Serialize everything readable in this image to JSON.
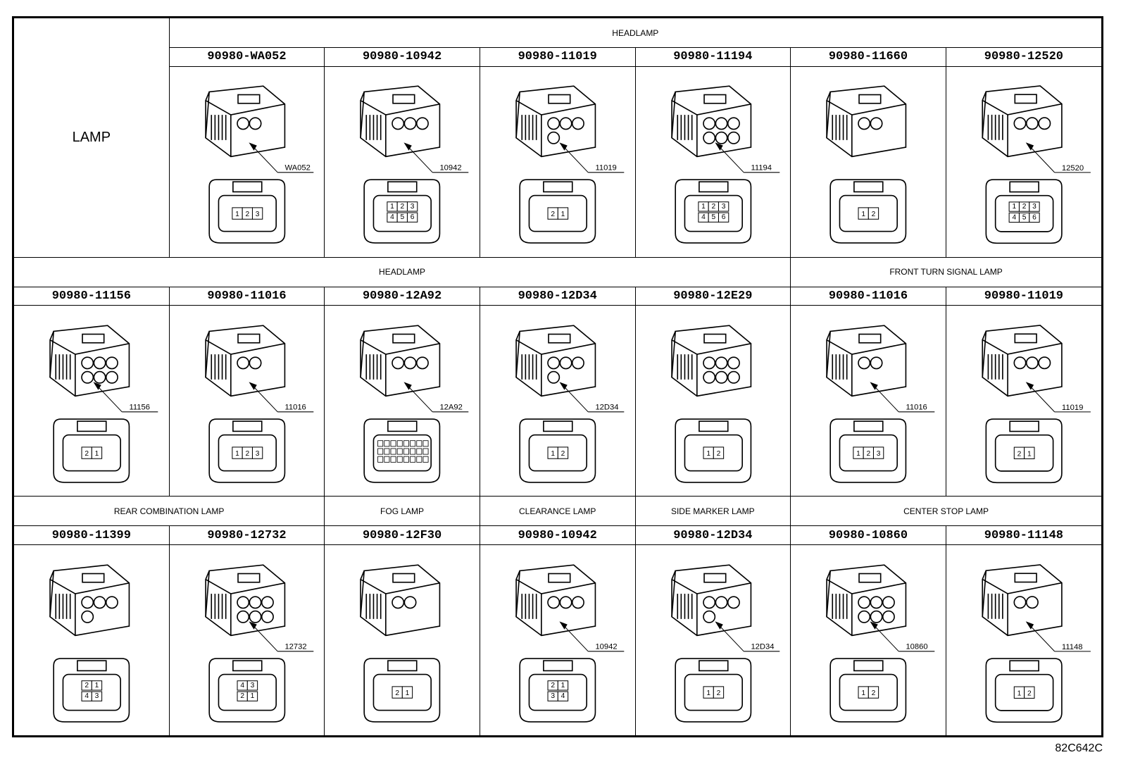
{
  "row_label": "LAMP",
  "sections": [
    {
      "id": "s1",
      "groups": [
        {
          "label": "HEADLAMP",
          "span": 6
        }
      ],
      "parts": [
        "90980-WA052",
        "90980-10942",
        "90980-11019",
        "90980-11194",
        "90980-11660",
        "90980-12520"
      ],
      "callouts": [
        "WA052",
        "10942",
        "11019",
        "11194",
        "",
        "12520"
      ],
      "pins": [
        [
          "1",
          "2",
          "3"
        ],
        [
          "1",
          "2",
          "3",
          "4",
          "5",
          "6"
        ],
        [
          "2",
          "1"
        ],
        [
          "1",
          "2",
          "3",
          "4",
          "5",
          "6"
        ],
        [
          "1",
          "2"
        ],
        [
          "1",
          "2",
          "3",
          "4",
          "5",
          "6"
        ]
      ],
      "icons": [
        "connector-3pin-icon",
        "connector-6pin-icon",
        "connector-2pin-round-icon",
        "connector-6pin-round-icon",
        "connector-2pin-clip-icon",
        "connector-6pin-sealed-icon"
      ]
    },
    {
      "id": "s2",
      "groups": [
        {
          "label": "HEADLAMP",
          "span": 5
        },
        {
          "label": "FRONT TURN SIGNAL LAMP",
          "span": 2
        }
      ],
      "parts": [
        "90980-11156",
        "90980-11016",
        "90980-12A92",
        "90980-12D34",
        "90980-12E29",
        "90980-11016",
        "90980-11019"
      ],
      "callouts": [
        "11156",
        "11016",
        "12A92",
        "12D34",
        "",
        "11016",
        "11019"
      ],
      "pins": [
        [
          "2",
          "1"
        ],
        [
          "1",
          "2",
          "3"
        ],
        [],
        [
          "1",
          "2"
        ],
        [
          "1",
          "2"
        ],
        [
          "1",
          "2",
          "3"
        ],
        [
          "2",
          "1"
        ]
      ],
      "icons": [
        "connector-2pin-round-icon",
        "connector-3pin-triangle-icon",
        "connector-multipin-icon",
        "connector-2pin-sealed-icon",
        "connector-2pin-square-icon",
        "connector-3pin-triangle-icon",
        "connector-2pin-round-icon"
      ]
    },
    {
      "id": "s3",
      "groups": [
        {
          "label": "REAR COMBINATION LAMP",
          "span": 2
        },
        {
          "label": "FOG LAMP",
          "span": 1
        },
        {
          "label": "CLEARANCE LAMP",
          "span": 1
        },
        {
          "label": "SIDE MARKER LAMP",
          "span": 1
        },
        {
          "label": "CENTER STOP LAMP",
          "span": 2
        }
      ],
      "parts": [
        "90980-11399",
        "90980-12732",
        "90980-12F30",
        "90980-10942",
        "90980-12D34",
        "90980-10860",
        "90980-11148"
      ],
      "callouts": [
        "",
        "12732",
        "",
        "10942",
        "12D34",
        "10860",
        "11148"
      ],
      "pins": [
        [
          "2",
          "1",
          "4",
          "3"
        ],
        [
          "4",
          "3",
          "2",
          "1"
        ],
        [
          "2",
          "1"
        ],
        [
          "2",
          "1",
          "3",
          "4"
        ],
        [
          "1",
          "2"
        ],
        [
          "1",
          "2"
        ],
        [
          "1",
          "2"
        ]
      ],
      "icons": [
        "connector-4pin-clip-icon",
        "connector-4pin-flat-icon",
        "connector-2pin-square-icon",
        "connector-4pin-round-icon",
        "connector-2pin-sealed-icon",
        "connector-2pin-latch-icon",
        "connector-2pin-latch-icon"
      ]
    }
  ],
  "footer_code": "82C642C"
}
